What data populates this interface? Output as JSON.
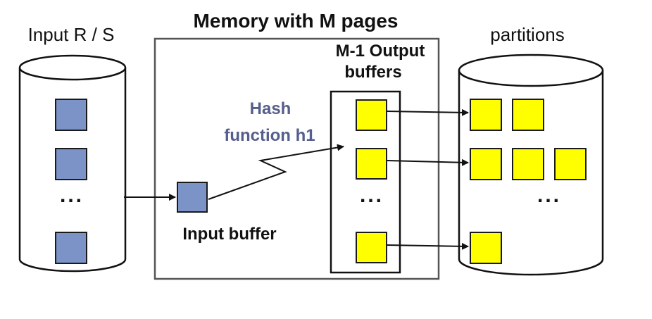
{
  "labels": {
    "input_disk": "Input R / S",
    "memory_title": "Memory with M pages",
    "partitions": "partitions",
    "output_buffers_line1": "M-1 Output",
    "output_buffers_line2": "buffers",
    "hash_line1": "Hash",
    "hash_line2": "function h1",
    "input_buffer": "Input buffer",
    "ellipsis": "..."
  },
  "colors": {
    "input_page_fill": "#7b93c7",
    "input_page_stroke": "#1a1a1a",
    "output_page_fill": "#ffff00",
    "hash_text": "#555e8c",
    "memory_border": "#555555",
    "line": "#111111"
  }
}
